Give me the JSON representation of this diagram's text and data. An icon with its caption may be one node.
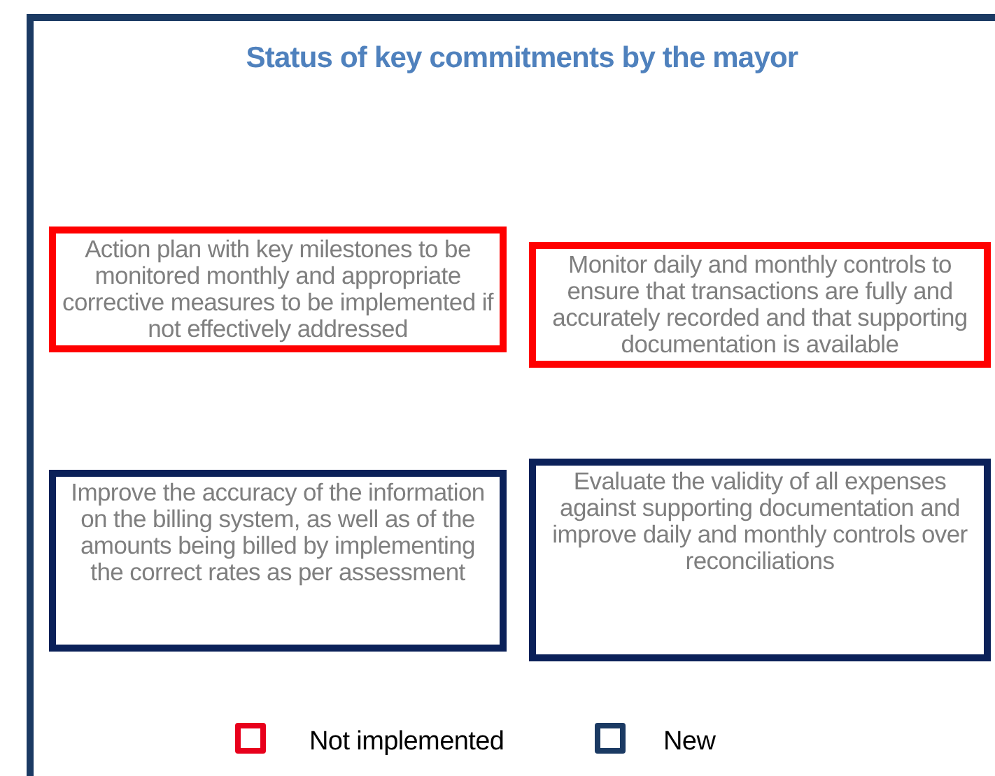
{
  "diagram": {
    "title": "Status of key commitments by the mayor",
    "nodes": [
      {
        "text": [
          "Action plan with key milestones to be monitored monthly and appropriate corrective measures to be implemented if not effectively addressed"
        ]
      },
      {
        "text": [
          "Monitor daily and monthly controls to ensure that transactions are fully and accurately recorded and that supporting documentation is available"
        ]
      },
      {
        "text": [
          "Improve the accuracy of the information on the billing system, as well as of the amounts being billed by implementing the correct rates as per assessment"
        ]
      },
      {
        "text": [
          "Evaluate the validity of all expenses against supporting documentation and improve daily and monthly controls over reconciliations"
        ]
      }
    ],
    "edges": [],
    "legend": [
      {
        "text": "Not implemented",
        "color": "#e8001c"
      },
      {
        "text": "New",
        "color": "#1b3a63"
      }
    ]
  }
}
